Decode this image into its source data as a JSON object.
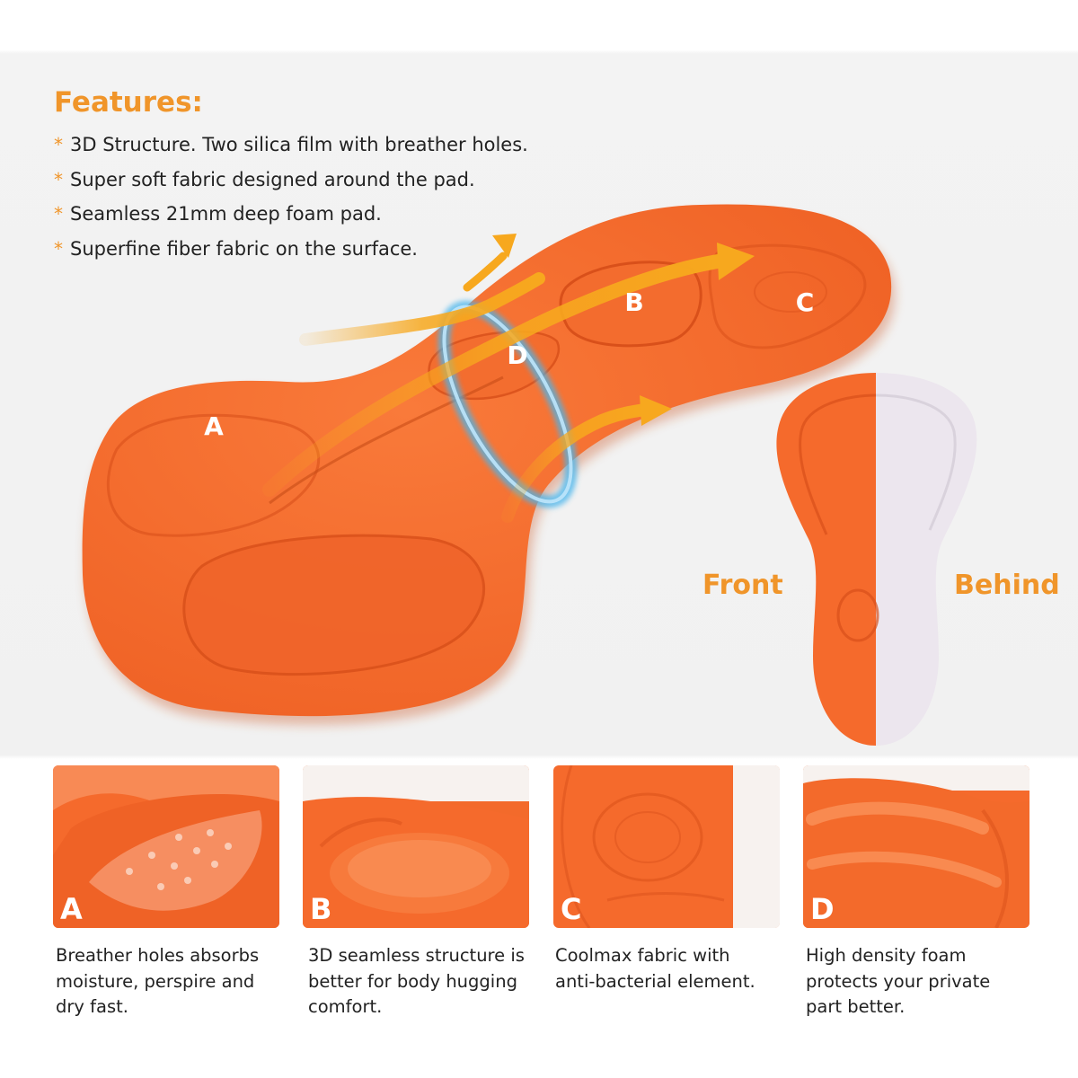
{
  "features": {
    "title": "Features:",
    "bullet": "*",
    "items": [
      "3D Structure. Two silica film with breather holes.",
      "Super soft fabric designed around the pad.",
      "Seamless 21mm deep foam pad.",
      "Superfine fiber fabric on the surface."
    ]
  },
  "pad_labels": {
    "a": "A",
    "b": "B",
    "c": "C",
    "d": "D"
  },
  "views": {
    "front": "Front",
    "behind": "Behind"
  },
  "details": [
    {
      "letter": "A",
      "caption": "Breather holes absorbs\nmoisture, perspire and\ndry fast."
    },
    {
      "letter": "B",
      "caption": "3D seamless structure is\nbetter for body hugging\ncomfort."
    },
    {
      "letter": "C",
      "caption": "Coolmax fabric with\nanti-bacterial element."
    },
    {
      "letter": "D",
      "caption": "High density foam\nprotects your private\npart better."
    }
  ],
  "colors": {
    "accent": "#f0952a",
    "foam": "#f56a2c",
    "foam_dark": "#d9501a",
    "air_flow": "#f7a81e",
    "cool_ring": "#49b5ec",
    "backing": "#ece6ee"
  }
}
